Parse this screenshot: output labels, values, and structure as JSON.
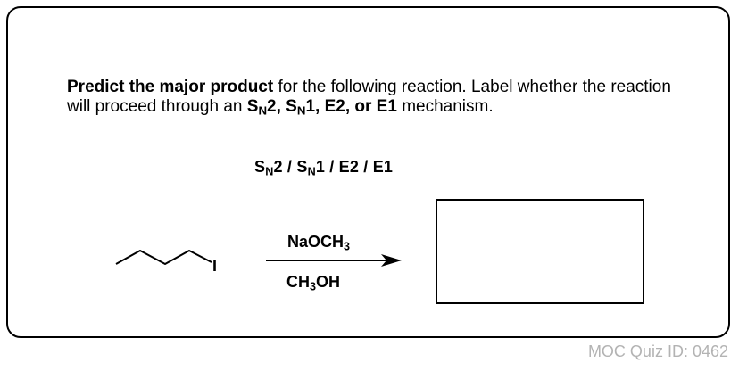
{
  "question": {
    "bold_intro": "Predict the major product",
    "text1": " for the following reaction. Label whether the reaction will proceed through an ",
    "mech_list": {
      "sn2_S": "S",
      "sn2_sub": "N",
      "sn2_rest": "2, ",
      "sn1_S": "S",
      "sn1_sub": "N",
      "sn1_rest": "1, E2, or E1"
    },
    "text2": " mechanism."
  },
  "options": {
    "a_S": "S",
    "a_sub": "N",
    "a_rest": "2 / ",
    "b_S": "S",
    "b_sub": "N",
    "b_rest": "1 / E2 / E1"
  },
  "substrate": {
    "halogen_label": "I"
  },
  "reagents": {
    "top": {
      "part1": "NaOCH",
      "sub": "3"
    },
    "bottom": {
      "part1": "CH",
      "sub": "3",
      "part2": "OH"
    }
  },
  "footer": {
    "quiz_id": "MOC Quiz ID: 0462"
  }
}
